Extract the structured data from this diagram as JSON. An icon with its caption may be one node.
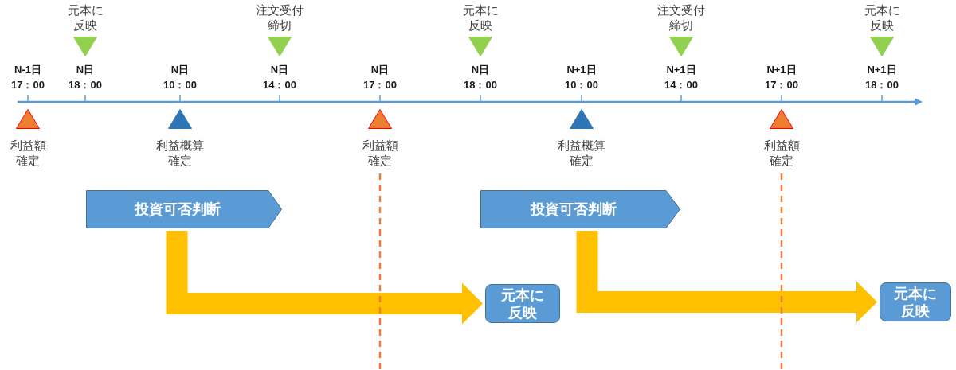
{
  "diagram": {
    "nodes": [
      {
        "text": [
          "元本に反映"
        ]
      },
      {
        "text": [
          "注文受付締切"
        ]
      },
      {
        "text": [
          "元本に反映"
        ]
      },
      {
        "text": [
          "注文受付締切"
        ]
      },
      {
        "text": [
          "元本に反映"
        ]
      },
      {
        "text": [
          "利益額確定"
        ]
      },
      {
        "text": [
          "利益概算確定"
        ]
      },
      {
        "text": [
          "利益額確定"
        ]
      },
      {
        "text": [
          "利益概算確定"
        ]
      },
      {
        "text": [
          "利益額確定"
        ]
      },
      {
        "text": [
          "投資可否判断"
        ]
      },
      {
        "text": [
          "投資可否判断"
        ]
      },
      {
        "text": [
          "元本に反映"
        ]
      },
      {
        "text": [
          "元本に反映"
        ]
      }
    ],
    "edges": [
      {
        "from": 10,
        "to": 12,
        "arrow": "to"
      },
      {
        "from": 11,
        "to": 13,
        "arrow": "to"
      }
    ],
    "labels": [
      "N-1日 17：00",
      "N日 18：00",
      "N日 10：00",
      "N日 14：00",
      "N日 17：00",
      "N日 18：00",
      "N+1日 10：00",
      "N+1日 14：00",
      "N+1日 17：00",
      "N+1日 18：00"
    ]
  }
}
